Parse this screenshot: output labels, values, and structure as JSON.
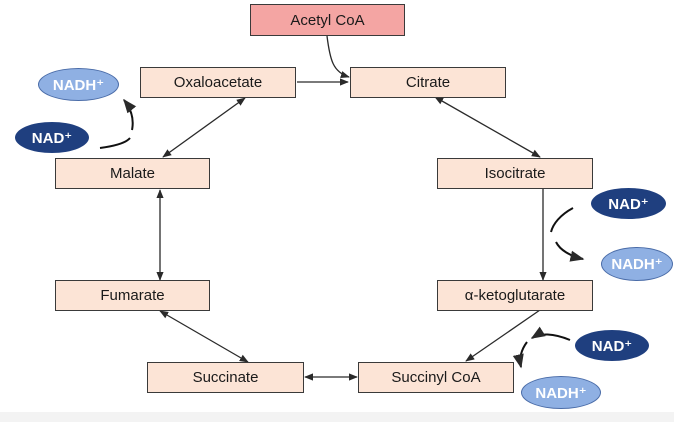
{
  "metabolites": {
    "acetyl_coa": "Acetyl CoA",
    "citrate": "Citrate",
    "isocitrate": "Isocitrate",
    "alpha_ketoglutarate": "α-ketoglutarate",
    "succinyl_coa": "Succinyl CoA",
    "succinate": "Succinate",
    "fumarate": "Fumarate",
    "malate": "Malate",
    "oxaloacetate": "Oxaloacetate"
  },
  "cofactors": {
    "nad_label": "NAD⁺",
    "nadh_label": "NADH⁺"
  },
  "colors": {
    "metabolite_fill": "#fce4d6",
    "acetyl_fill": "#f4a5a3",
    "nad_fill": "#1f3f7f",
    "nadh_fill": "#8fb0e3"
  }
}
